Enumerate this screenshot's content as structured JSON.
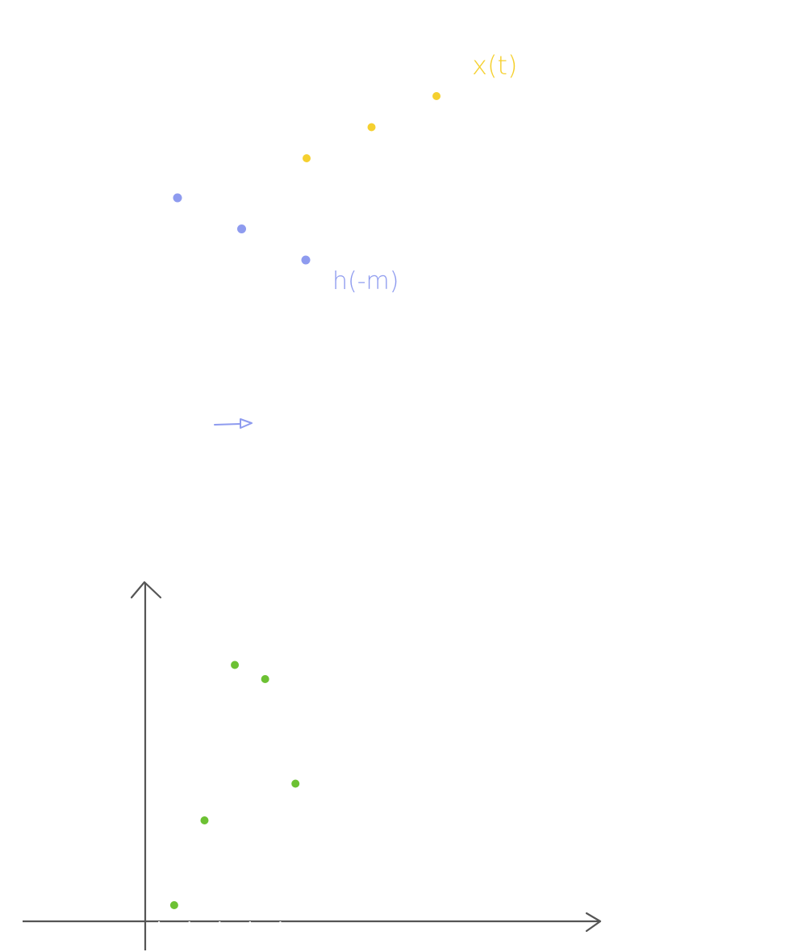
{
  "colors": {
    "x_signal": "#f5d02f",
    "h_signal": "#8e9bef",
    "result": "#6cc133",
    "axis": "#555555",
    "background": "#ffffff"
  },
  "labels": {
    "x_signal": "x(t)",
    "h_signal": "h(-m)"
  },
  "icons": {
    "shift_arrow": "right-arrow-icon"
  },
  "signals": {
    "x_samples": [
      {
        "n": 0,
        "value": 0
      },
      {
        "n": 1,
        "value": 1
      },
      {
        "n": 2,
        "value": 2
      }
    ],
    "h_samples": [
      {
        "n": 0,
        "value": 2
      },
      {
        "n": 1,
        "value": 1
      },
      {
        "n": 2,
        "value": 0
      }
    ],
    "result_samples": [
      {
        "n": 1,
        "value": 0.6
      },
      {
        "n": 2,
        "value": 3.6
      },
      {
        "n": 3,
        "value": 9.1
      },
      {
        "n": 4,
        "value": 8.6
      },
      {
        "n": 5,
        "value": 4.9
      }
    ],
    "result_axis": {
      "xlim": [
        -4,
        15
      ],
      "ylim": [
        -1,
        12
      ]
    }
  }
}
